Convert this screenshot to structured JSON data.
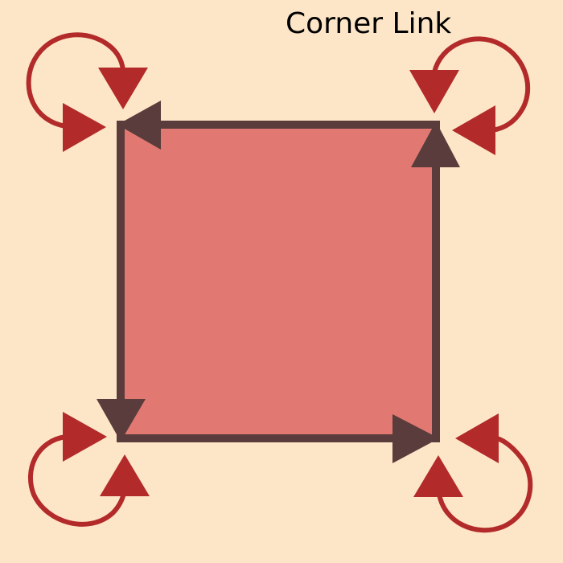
{
  "title": "Corner Link",
  "colors": {
    "background": "#fde6c7",
    "square_fill": "#e07570",
    "edge": "#5a3c3c",
    "loop": "#b22a2a",
    "title_text": "#000000"
  },
  "diagram": {
    "nodes": [
      "top-left",
      "top-right",
      "bottom-right",
      "bottom-left"
    ],
    "edges": [
      {
        "from": "top-right",
        "to": "top-left"
      },
      {
        "from": "top-left",
        "to": "bottom-left"
      },
      {
        "from": "bottom-left",
        "to": "bottom-right"
      },
      {
        "from": "bottom-right",
        "to": "top-right"
      }
    ],
    "self_loops": [
      "top-left",
      "top-right",
      "bottom-left",
      "bottom-right"
    ]
  }
}
